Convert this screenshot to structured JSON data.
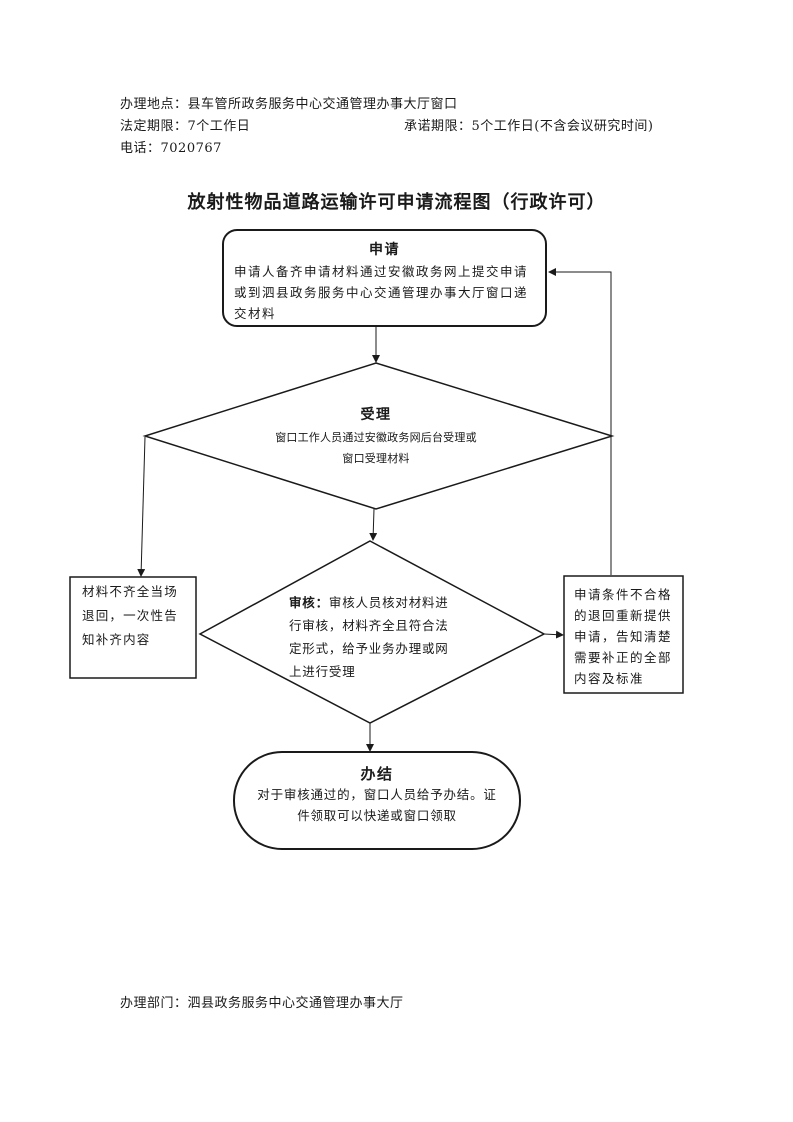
{
  "header": {
    "location": "办理地点：县车管所政务服务中心交通管理办事大厅窗口",
    "legal_period": "法定期限：7个工作日",
    "promised_period": "承诺期限：5个工作日(不含会议研究时间)",
    "phone": "电话：7020767"
  },
  "title": "放射性物品道路运输许可申请流程图（行政许可）",
  "nodes": {
    "apply": {
      "title": "申请",
      "text": "申请人备齐申请材料通过安徽政务网上提交申请或到泗县政务服务中心交通管理办事大厅窗口递交材料"
    },
    "accept": {
      "title": "受理",
      "line1": "窗口工作人员通过安徽政务网后台受理或",
      "line2": "窗口受理材料"
    },
    "review": {
      "title": "审核：",
      "text": "审核人员核对材料进行审核，材料齐全且符合法定形式，给予业务办理或网上进行受理"
    },
    "incomplete": {
      "text": "材料不齐全当场退回，一次性告知补齐内容"
    },
    "reject": {
      "text": "申请条件不合格的退回重新提供申请，告知清楚需要补正的全部内容及标准"
    },
    "finish": {
      "title": "办结",
      "line1": "对于审核通过的，窗口人员给予办结。证",
      "line2": "件领取可以快递或窗口领取"
    }
  },
  "footer": {
    "department": "办理部门：泗县政务服务中心交通管理办事大厅"
  }
}
